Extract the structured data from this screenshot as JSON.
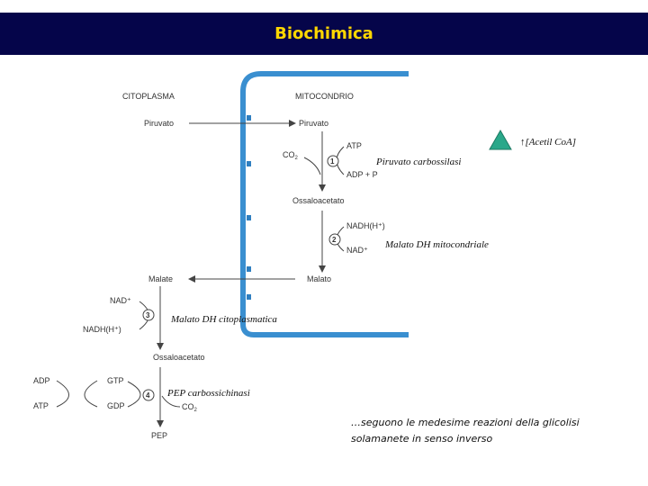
{
  "title": "Biochimica",
  "colors": {
    "title_bg": "#05054a",
    "title_text": "#ffd700",
    "membrane": "#3a8fd0",
    "triangle": "#2aa88a"
  },
  "compartments": {
    "cytoplasm": "CITOPLASMA",
    "mitochondrion": "MITOCONDRIO"
  },
  "metabolites": {
    "pyruvate_cyto": "Piruvato",
    "pyruvate_mito": "Piruvato",
    "oxaloacetate_mito": "Ossaloacetato",
    "malate_mito": "Malato",
    "malate_cyto": "Malate",
    "oxaloacetate_cyto": "Ossaloacetato",
    "pep": "PEP"
  },
  "cofactors": {
    "co2_1": "CO",
    "co2_1_sub": "2",
    "atp_1": "ATP",
    "adp_1": "ADP + P",
    "nadh_2": "NADH(H⁺)",
    "nad_2": "NAD⁺",
    "nad_3": "NAD⁺",
    "nadh_3": "NADH(H⁺)",
    "gtp_4": "GTP",
    "gdp_4": "GDP",
    "co2_4": "CO",
    "co2_4_sub": "2",
    "adp_side": "ADP",
    "atp_side": "ATP"
  },
  "steps": [
    "1",
    "2",
    "3",
    "4"
  ],
  "annotations": {
    "step1": "Piruvato carbossilasi",
    "step2": "Malato DH mitocondriale",
    "step3": "Malato DH citoplasmatica",
    "step4": "PEP carbossichinasi",
    "acetyl": "↑[Acetil CoA]",
    "triangle_icon": "triangle-icon"
  },
  "note": {
    "line1": "…seguono le medesime reazioni della glicolisi",
    "line2": "solamanete in senso inverso"
  }
}
